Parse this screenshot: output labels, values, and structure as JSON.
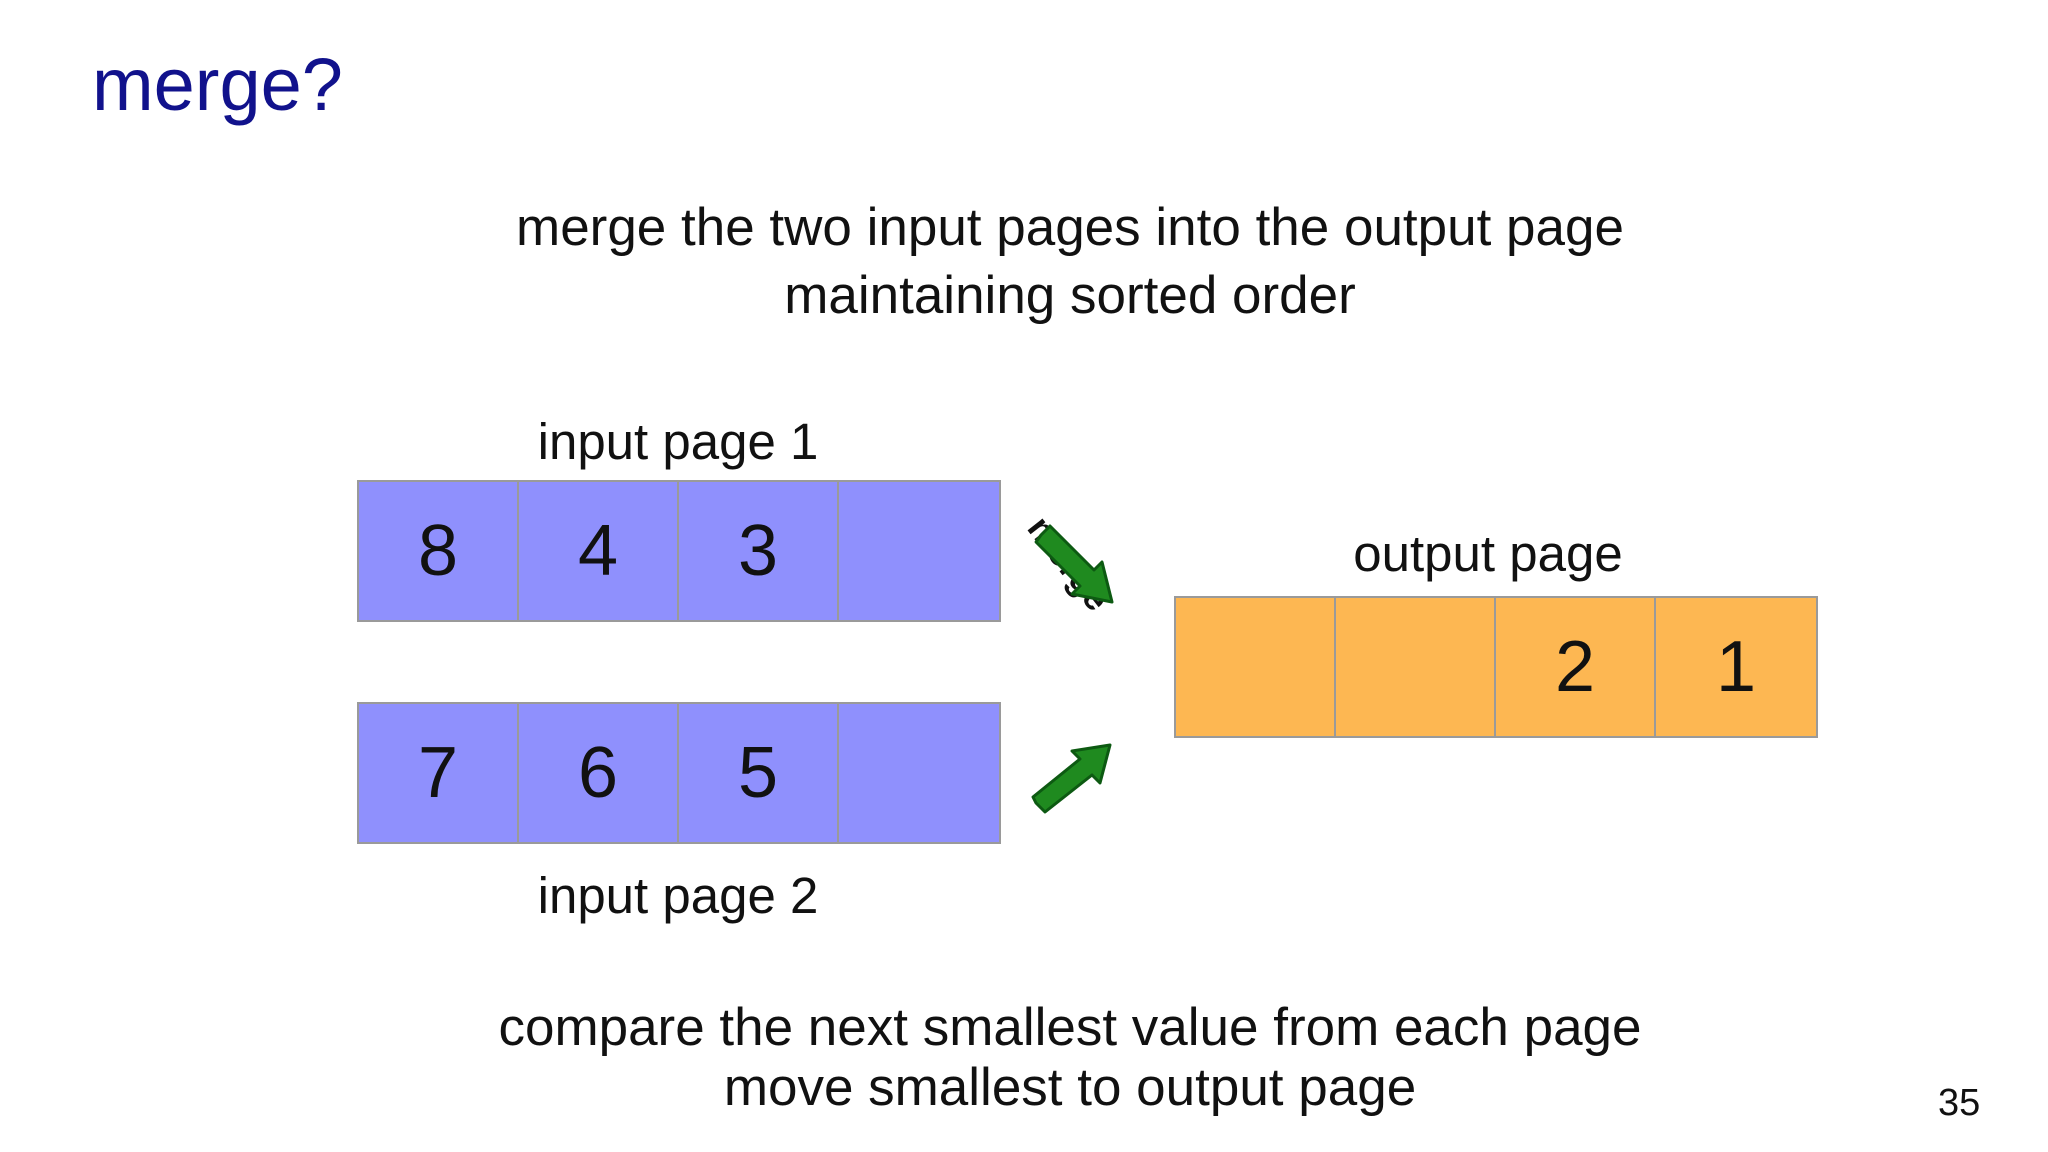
{
  "slide": {
    "title": "merge?",
    "subtitle_line1": "merge the two input pages into the output page",
    "subtitle_line2": "maintaining sorted order",
    "footer_line1": "compare the next smallest value from each page",
    "footer_line2": "move smallest to output page",
    "number": "35"
  },
  "input_page_1": {
    "label": "input page 1",
    "cells": [
      "8",
      "4",
      "3",
      ""
    ]
  },
  "input_page_2": {
    "label": "input page 2",
    "cells": [
      "7",
      "6",
      "5",
      ""
    ]
  },
  "output_page": {
    "label": "output page",
    "cells": [
      "",
      "",
      "2",
      "1"
    ]
  },
  "merge_arrow_label": "merge",
  "colors": {
    "title": "#11128c",
    "input_fill": "#8f90fd",
    "output_fill": "#fdb752",
    "arrow": "#1f8a1f",
    "cell_border": "#9a9a9a"
  }
}
